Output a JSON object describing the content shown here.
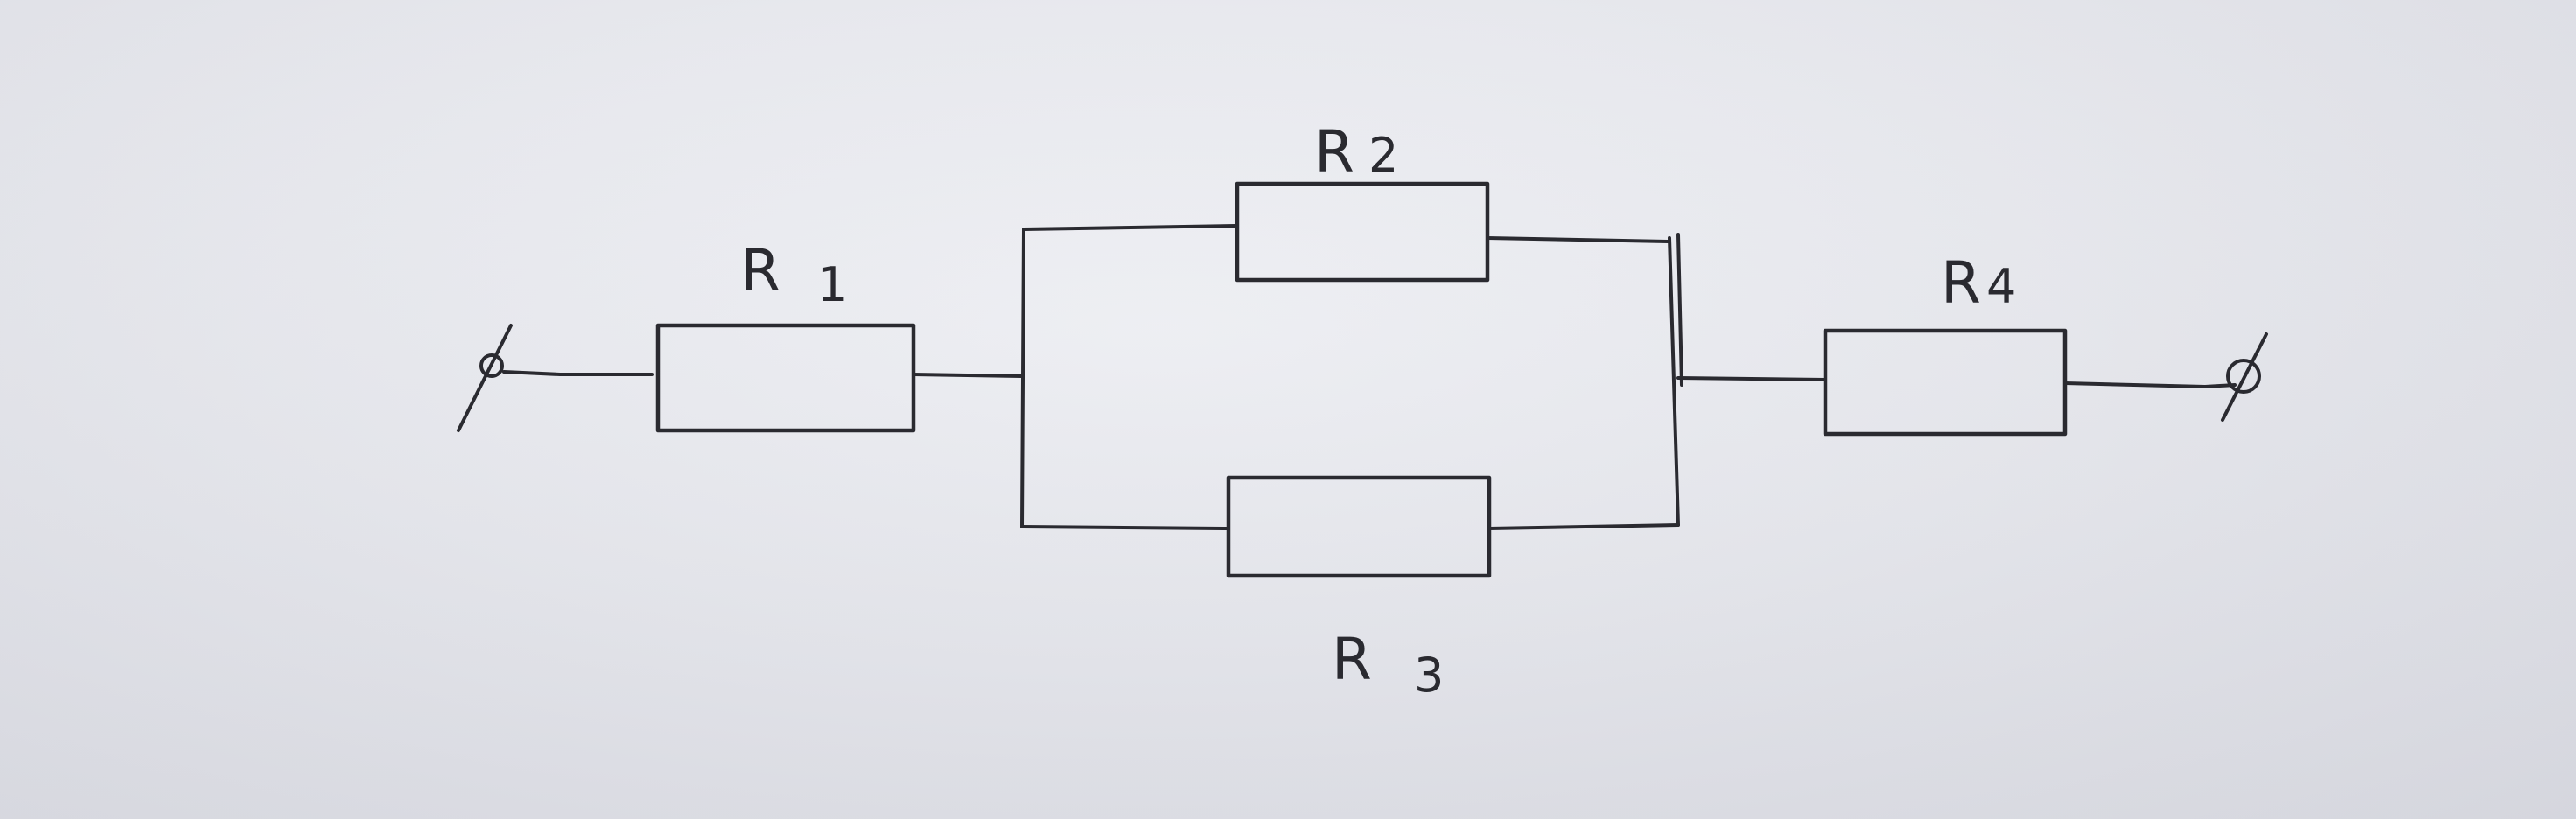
{
  "diagram": {
    "resistors": [
      {
        "id": "r1",
        "letter": "R",
        "index": "1"
      },
      {
        "id": "r2",
        "letter": "R",
        "index": "2"
      },
      {
        "id": "r3",
        "letter": "R",
        "index": "3"
      },
      {
        "id": "r4",
        "letter": "R",
        "index": "4"
      }
    ],
    "ink_color": "#2a2a30",
    "paper_color": "#e8e9ee"
  }
}
